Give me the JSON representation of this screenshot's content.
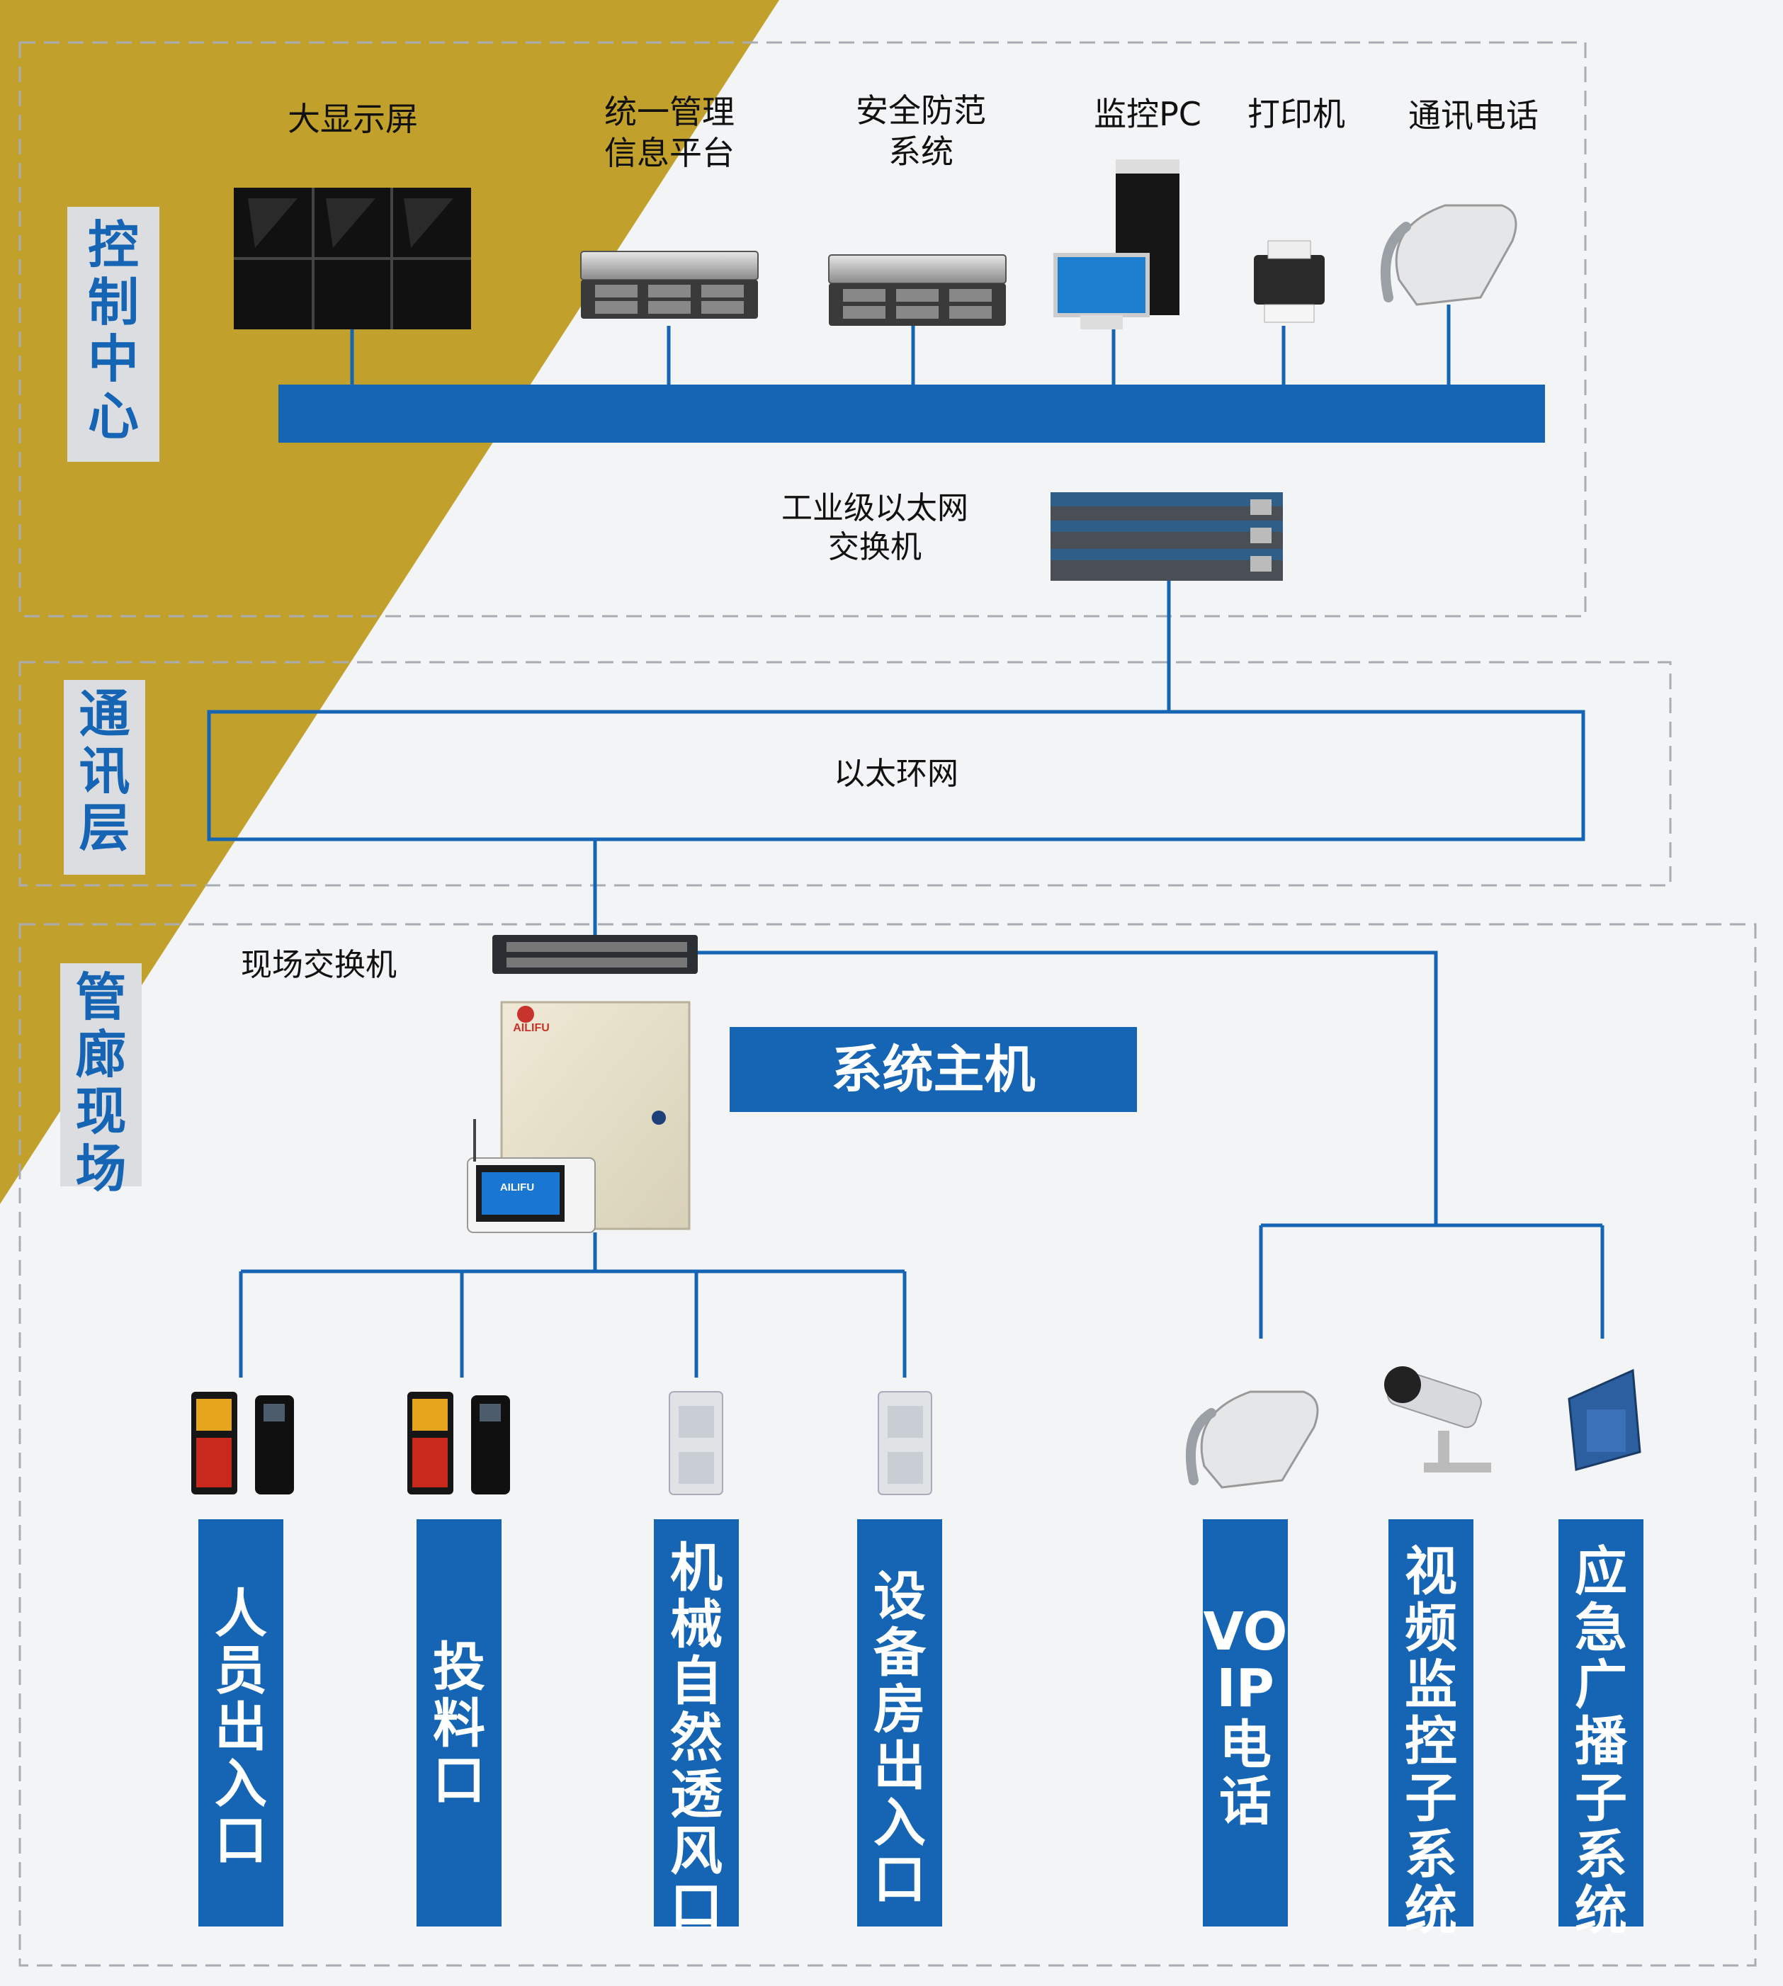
{
  "sections": {
    "control": "控制中心",
    "comm": "通讯层",
    "site": "管廊现场"
  },
  "devices": {
    "big_screen": "大显示屏",
    "mgmt_platform": "统一管理\n信息平台",
    "security_system": "安全防范\n系统",
    "monitor_pc": "监控PC",
    "printer": "打印机",
    "phone": "通讯电话",
    "industrial_switch": "工业级以太网\n交换机",
    "ring_network": "以太环网",
    "site_switch": "现场交换机",
    "system_host": "系统主机",
    "brand": "AILIFU"
  },
  "endpoints": [
    "人员出入口",
    "投料口",
    "机械自然透风口",
    "设备房出入口",
    "VOIP电话",
    "视频监控子系统",
    "应急广播子系统"
  ],
  "colors": {
    "accent_blue": "#1565b4",
    "gold": "#c2a02c"
  }
}
